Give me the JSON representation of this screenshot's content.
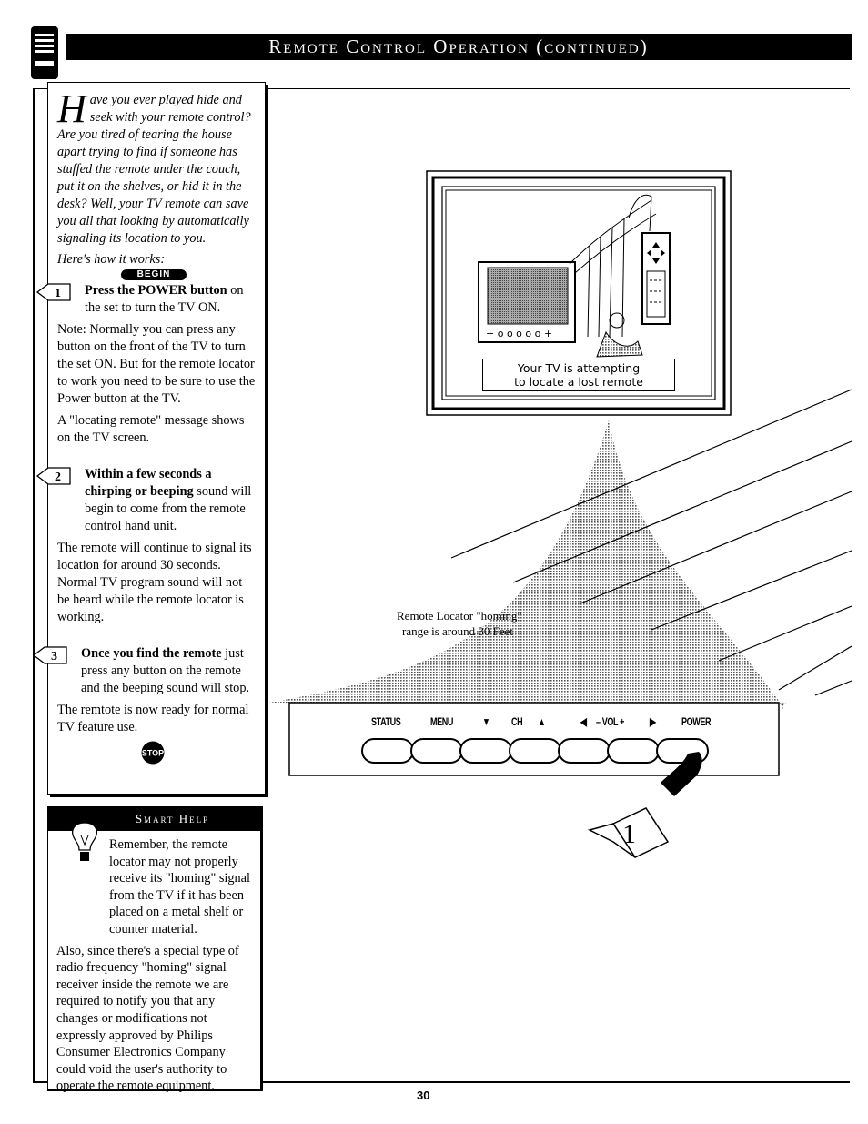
{
  "header": {
    "title": "Remote Control Operation (continued)",
    "icon": "remote-control-icon"
  },
  "intro": {
    "dropcap": "H",
    "text": "ave you ever played hide and seek with your remote control? Are you tired of tearing the house apart trying to find if someone has stuffed the remote under the couch, put it on the shelves, or hid it in the desk? Well, your TV remote can save you all that looking by automatically signaling its location to you.",
    "how": "Here's how it works:",
    "begin": "BEGIN"
  },
  "steps": [
    {
      "number": "1",
      "bold": "Press the POWER button",
      "rest": " on the set to turn the TV ON.",
      "paras": [
        "Note: Normally you can press any button on the front of the TV to turn the set ON. But for the remote locator to work you need to be sure to use the Power button at the TV.",
        "A \"locating remote\" message shows on the TV screen."
      ]
    },
    {
      "number": "2",
      "bold": "Within a few seconds a chirping or beeping",
      "rest": " sound will begin to come from the remote control hand unit.",
      "paras": [
        "The remote will continue to signal its location for around 30 seconds. Normal TV program sound will not be heard while the remote locator is working."
      ]
    },
    {
      "number": "3",
      "bold": "Once you find the remote",
      "rest": " just press any button on the remote and the beeping sound will stop.",
      "paras": [
        "The remtote is now ready for normal TV feature use."
      ]
    }
  ],
  "stop_label": "STOP",
  "smart_help": {
    "title": "Smart Help",
    "paras": [
      "Remember, the remote locator may not properly receive its \"homing\" signal from the TV if it has been placed on a metal shelf or counter material.",
      "Also, since there's a special type of radio frequency \"homing\" signal receiver inside the remote we are required to notify you that any changes or modifications not expressly approved by Philips Consumer Electronics Company could void the user's authority to operate the remote equipment."
    ]
  },
  "illustration": {
    "tv_message_line1": "Your TV is attempting",
    "tv_message_line2": "to locate a lost remote",
    "range_line1": "Remote Locator \"homing\"",
    "range_line2": "range is around 30 Feet",
    "control_labels": [
      "STATUS",
      "MENU",
      "▼",
      "CH",
      "▲",
      "◀",
      "– VOL +",
      "▶",
      "POWER"
    ],
    "step_marker": "1"
  },
  "page_number": "30"
}
